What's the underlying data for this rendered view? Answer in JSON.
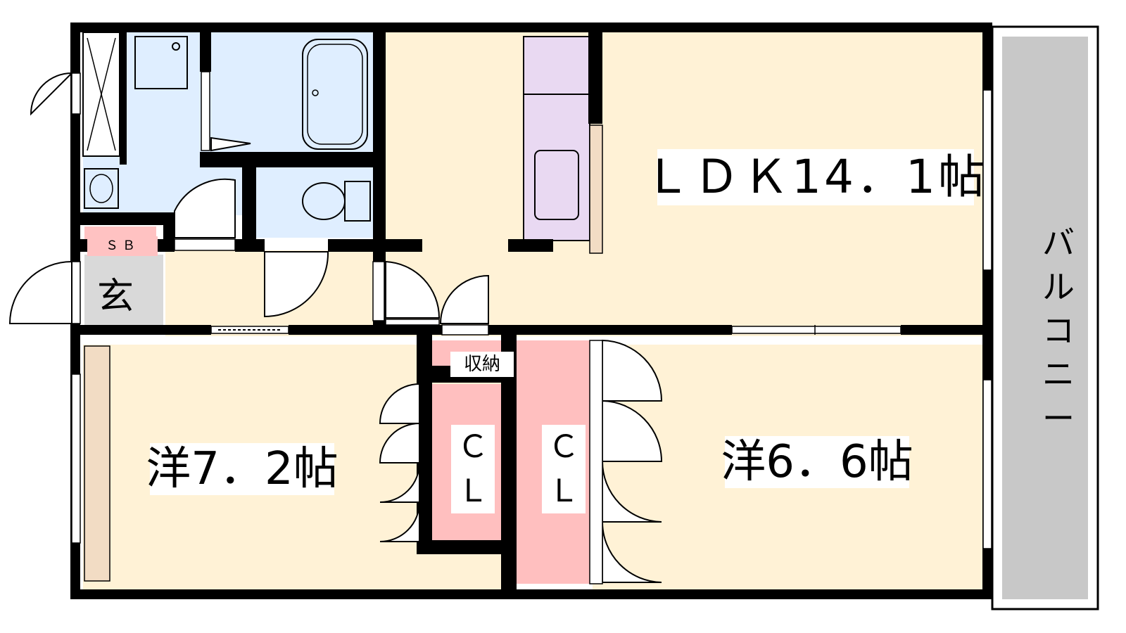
{
  "rooms": {
    "ldk": "ＬＤＫ14．1帖",
    "western1": "洋7．2帖",
    "western2": "洋6．6帖",
    "entrance": "玄",
    "shoe_box": "ＳＢ",
    "storage": "収納",
    "closet1": [
      "Ｃ",
      "Ｌ"
    ],
    "closet2": [
      "Ｃ",
      "Ｌ"
    ],
    "balcony": [
      "バ",
      "ル",
      "コ",
      "ニ",
      "ー"
    ]
  },
  "colors": {
    "wall": "#000000",
    "ldk_floor": "#fff2d6",
    "wet_area": "#dfeeff",
    "kitchen": "#e9d9f2",
    "closet": "#ffbfbf",
    "entrance": "#d9d9d9",
    "balcony": "#c8c8c8"
  }
}
